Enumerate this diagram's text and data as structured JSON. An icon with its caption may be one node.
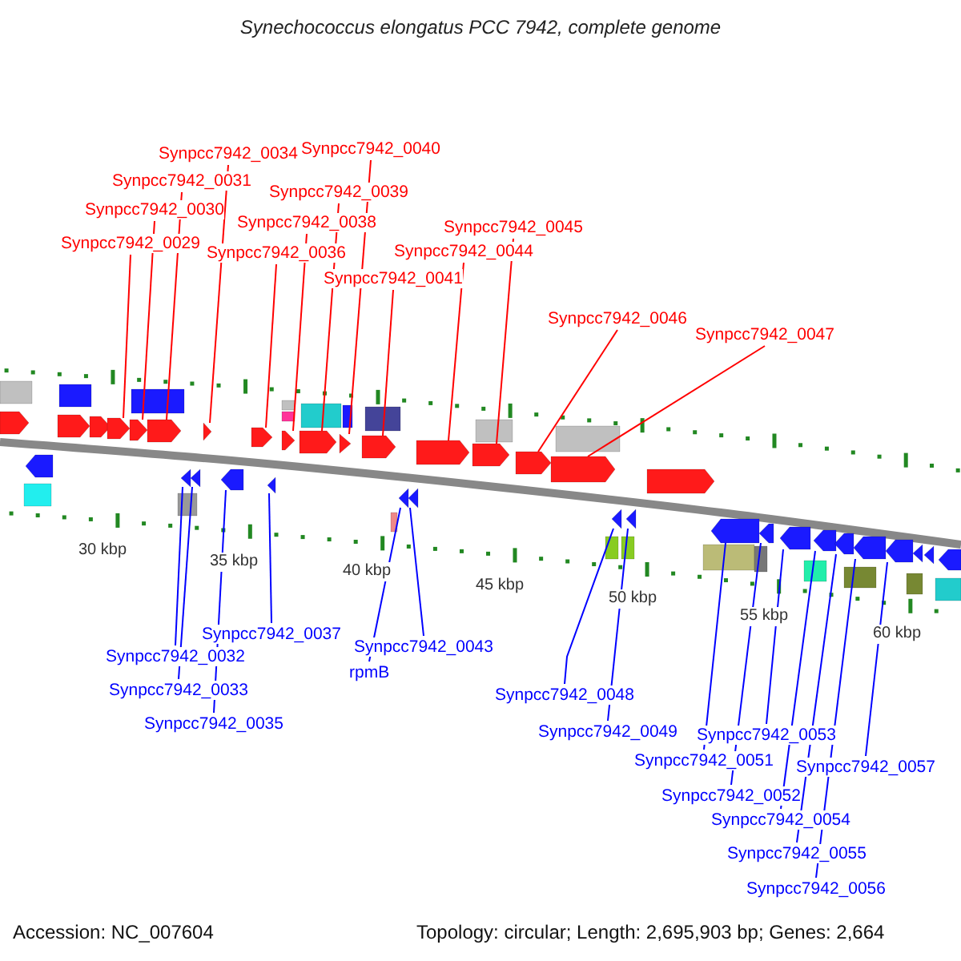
{
  "diagram": {
    "title": "Synechococcus elongatus PCC 7942, complete genome",
    "nodes": [
      {
        "text": [
          "Synpcc7942_0034"
        ]
      },
      {
        "text": [
          "Synpcc7942_0040"
        ]
      },
      {
        "text": [
          "Synpcc7942_0031"
        ]
      },
      {
        "text": [
          "Synpcc7942_0039"
        ]
      },
      {
        "text": [
          "Synpcc7942_0030"
        ]
      },
      {
        "text": [
          "Synpcc7942_0038"
        ]
      },
      {
        "text": [
          "Synpcc7942_0045"
        ]
      },
      {
        "text": [
          "Synpcc7942_0029"
        ]
      },
      {
        "text": [
          "Synpcc7942_0044"
        ]
      },
      {
        "text": [
          "Synpcc7942_0036"
        ]
      },
      {
        "text": [
          "Synpcc7942_0041"
        ]
      },
      {
        "text": [
          "Synpcc7942_0046"
        ]
      },
      {
        "text": [
          "Synpcc7942_0047"
        ]
      },
      {
        "text": [
          "Synpcc7942_0037"
        ]
      },
      {
        "text": [
          "Synpcc7942_0032"
        ]
      },
      {
        "text": [
          "Synpcc7942_0043"
        ]
      },
      {
        "text": [
          "rpmB"
        ]
      },
      {
        "text": [
          "Synpcc7942_0033"
        ]
      },
      {
        "text": [
          "Synpcc7942_0048"
        ]
      },
      {
        "text": [
          "Synpcc7942_0035"
        ]
      },
      {
        "text": [
          "Synpcc7942_0049"
        ]
      },
      {
        "text": [
          "Synpcc7942_0053"
        ]
      },
      {
        "text": [
          "Synpcc7942_0051"
        ]
      },
      {
        "text": [
          "Synpcc7942_0057"
        ]
      },
      {
        "text": [
          "Synpcc7942_0052"
        ]
      },
      {
        "text": [
          "Synpcc7942_0054"
        ]
      },
      {
        "text": [
          "Synpcc7942_0055"
        ]
      },
      {
        "text": [
          "Synpcc7942_0056"
        ]
      },
      {
        "text": [],
        "shape": "arrow"
      },
      {
        "text": [],
        "shape": "arrow"
      },
      {
        "text": [],
        "shape": "arrow"
      },
      {
        "text": [],
        "shape": "arrow"
      },
      {
        "text": [],
        "shape": "arrow"
      },
      {
        "text": [],
        "shape": "arrow"
      },
      {
        "text": [],
        "shape": "arrow"
      },
      {
        "text": [],
        "shape": "arrow"
      },
      {
        "text": [],
        "shape": "arrow"
      },
      {
        "text": [],
        "shape": "arrow"
      },
      {
        "text": [],
        "shape": "arrow"
      },
      {
        "text": [],
        "shape": "arrow"
      },
      {
        "text": [],
        "shape": "arrow"
      },
      {
        "text": [],
        "shape": "arrow"
      },
      {
        "text": [],
        "shape": "arrow"
      },
      {
        "text": [],
        "shape": "arrow"
      },
      {
        "text": [],
        "shape": "arrow"
      },
      {
        "text": [],
        "shape": "box"
      },
      {
        "text": [],
        "shape": "box"
      },
      {
        "text": [],
        "shape": "box"
      },
      {
        "text": [],
        "shape": "box"
      },
      {
        "text": [],
        "shape": "box"
      },
      {
        "text": [],
        "shape": "box"
      },
      {
        "text": [],
        "shape": "box"
      },
      {
        "text": [],
        "shape": "box"
      },
      {
        "text": [],
        "shape": "box"
      },
      {
        "text": [],
        "shape": "box"
      },
      {
        "text": [],
        "shape": "arrow"
      },
      {
        "text": [],
        "shape": "arrow"
      },
      {
        "text": [],
        "shape": "arrow"
      },
      {
        "text": [],
        "shape": "arrow"
      },
      {
        "text": [],
        "shape": "arrow"
      },
      {
        "text": [],
        "shape": "arrow"
      },
      {
        "text": [],
        "shape": "arrow"
      },
      {
        "text": [],
        "shape": "arrow"
      },
      {
        "text": [],
        "shape": "arrow"
      },
      {
        "text": [],
        "shape": "arrow"
      },
      {
        "text": [],
        "shape": "arrow"
      },
      {
        "text": [],
        "shape": "arrow"
      },
      {
        "text": [],
        "shape": "arrow"
      },
      {
        "text": [],
        "shape": "arrow"
      },
      {
        "text": [],
        "shape": "arrow"
      },
      {
        "text": [],
        "shape": "arrow"
      },
      {
        "text": [],
        "shape": "arrow"
      },
      {
        "text": [],
        "shape": "arrow"
      },
      {
        "text": [],
        "shape": "arrow"
      },
      {
        "text": [],
        "shape": "box"
      },
      {
        "text": [],
        "shape": "box"
      },
      {
        "text": [],
        "shape": "box"
      },
      {
        "text": [],
        "shape": "box"
      },
      {
        "text": [],
        "shape": "box"
      },
      {
        "text": [],
        "shape": "box"
      },
      {
        "text": [],
        "shape": "box"
      },
      {
        "text": [],
        "shape": "box"
      },
      {
        "text": [],
        "shape": "box"
      },
      {
        "text": [],
        "shape": "box"
      },
      {
        "text": [],
        "shape": "box"
      }
    ],
    "edges": [
      {
        "from": 0,
        "to": 34,
        "arrow": "none",
        "color": "#ff0000"
      },
      {
        "from": 1,
        "to": 38,
        "arrow": "none",
        "color": "#ff0000"
      },
      {
        "from": 2,
        "to": 33,
        "arrow": "none",
        "color": "#ff0000"
      },
      {
        "from": 3,
        "to": 37,
        "arrow": "none",
        "color": "#ff0000"
      },
      {
        "from": 4,
        "to": 32,
        "arrow": "none",
        "color": "#ff0000"
      },
      {
        "from": 5,
        "to": 36,
        "arrow": "none",
        "color": "#ff0000"
      },
      {
        "from": 6,
        "to": 41,
        "arrow": "none",
        "color": "#ff0000"
      },
      {
        "from": 7,
        "to": 31,
        "arrow": "none",
        "color": "#ff0000"
      },
      {
        "from": 8,
        "to": 40,
        "arrow": "none",
        "color": "#ff0000"
      },
      {
        "from": 9,
        "to": 35,
        "arrow": "none",
        "color": "#ff0000"
      },
      {
        "from": 10,
        "to": 39,
        "arrow": "none",
        "color": "#ff0000"
      },
      {
        "from": 11,
        "to": 42,
        "arrow": "none",
        "color": "#ff0000"
      },
      {
        "from": 12,
        "to": 43,
        "arrow": "none",
        "color": "#ff0000"
      },
      {
        "from": 13,
        "to": 59,
        "arrow": "none"
      },
      {
        "from": 14,
        "to": 56,
        "arrow": "none"
      },
      {
        "from": 15,
        "to": 61,
        "arrow": "none"
      },
      {
        "from": 16,
        "to": 60,
        "arrow": "none"
      },
      {
        "from": 17,
        "to": 57,
        "arrow": "none"
      },
      {
        "from": 18,
        "to": 62,
        "arrow": "none"
      },
      {
        "from": 19,
        "to": 58,
        "arrow": "none"
      },
      {
        "from": 20,
        "to": 63,
        "arrow": "none"
      },
      {
        "from": 21,
        "to": 66,
        "arrow": "none"
      },
      {
        "from": 22,
        "to": 64,
        "arrow": "none"
      },
      {
        "from": 23,
        "to": 70,
        "arrow": "none"
      },
      {
        "from": 24,
        "to": 65,
        "arrow": "none"
      },
      {
        "from": 25,
        "to": 67,
        "arrow": "none"
      },
      {
        "from": 26,
        "to": 68,
        "arrow": "none"
      },
      {
        "from": 27,
        "to": 69,
        "arrow": "none"
      }
    ],
    "labels": [
      "30 kbp",
      "35 kbp",
      "40 kbp",
      "45 kbp",
      "50 kbp",
      "55 kbp",
      "60 kbp",
      "Accession: NC_007604",
      "Topology: circular; Length: 2,695,903 bp; Genes: 2,664"
    ]
  }
}
